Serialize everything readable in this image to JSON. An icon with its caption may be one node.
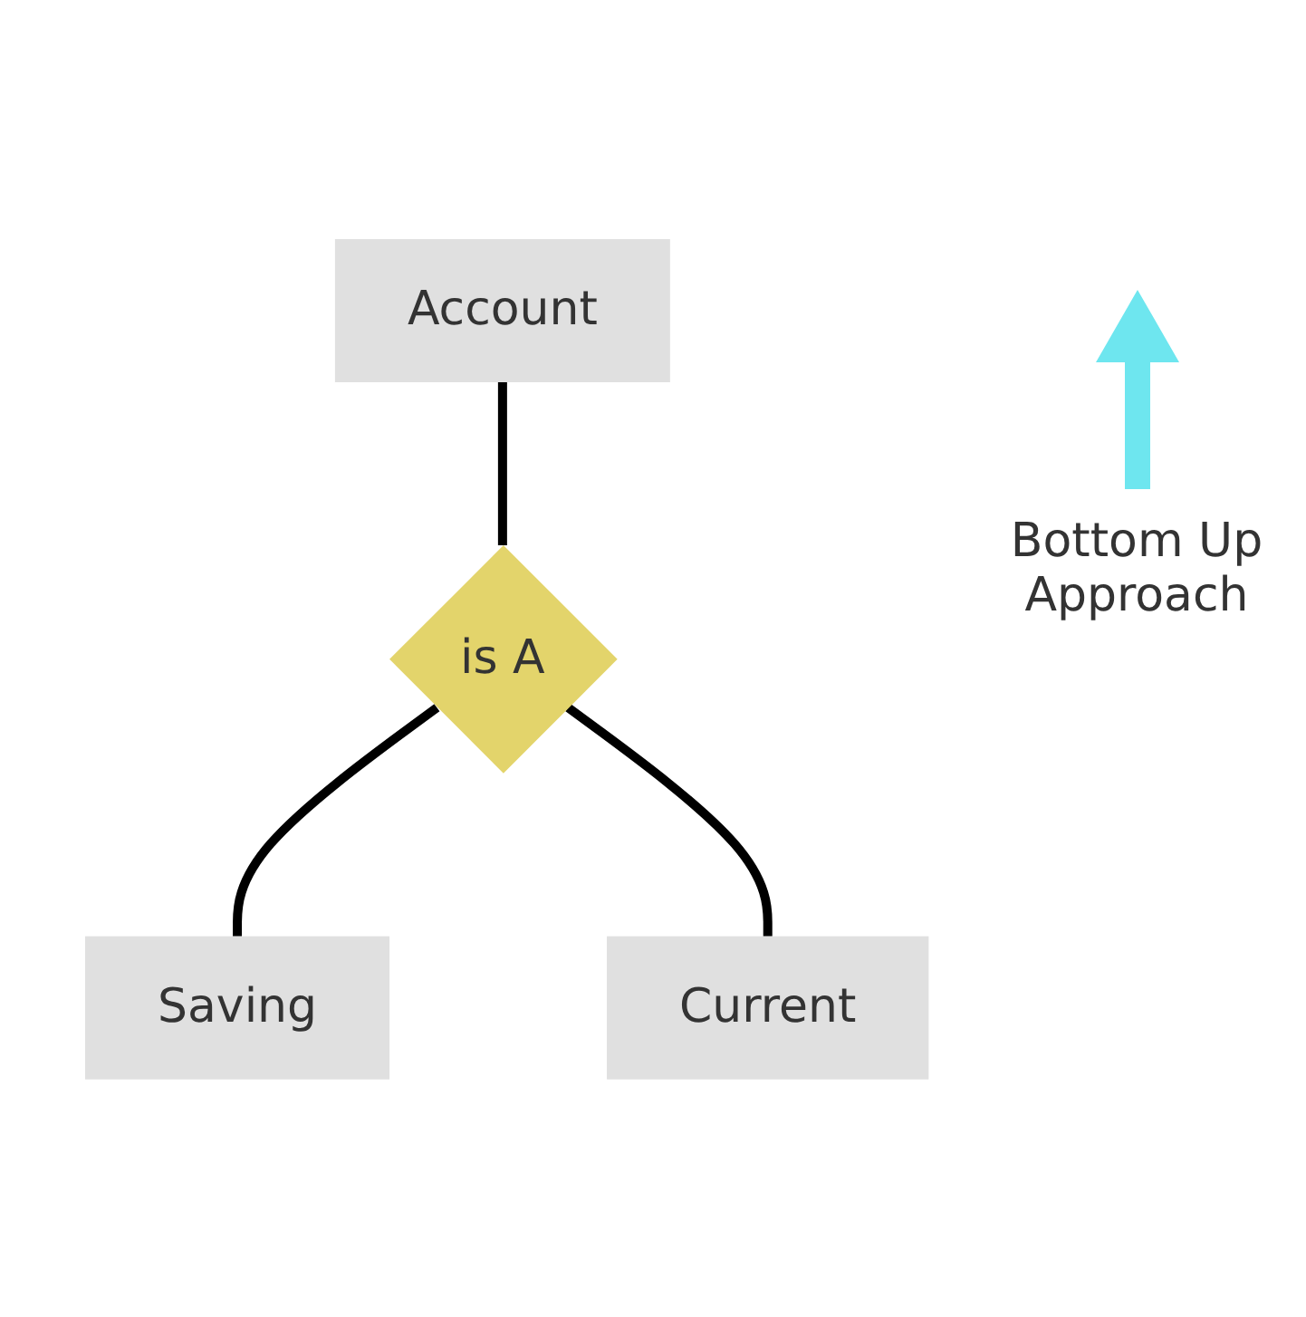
{
  "diagram": {
    "nodes": [
      {
        "text": [
          "Account"
        ]
      },
      {
        "text": [
          "is A"
        ]
      },
      {
        "text": [
          "Saving"
        ]
      },
      {
        "text": [
          "Current"
        ]
      }
    ],
    "edges": [
      {
        "from": 0,
        "to": 1,
        "arrow": "none"
      },
      {
        "from": 1,
        "to": 2,
        "arrow": "none"
      },
      {
        "from": 1,
        "to": 3,
        "arrow": "none"
      }
    ],
    "labels": [
      "Bottom Up Approach"
    ]
  }
}
